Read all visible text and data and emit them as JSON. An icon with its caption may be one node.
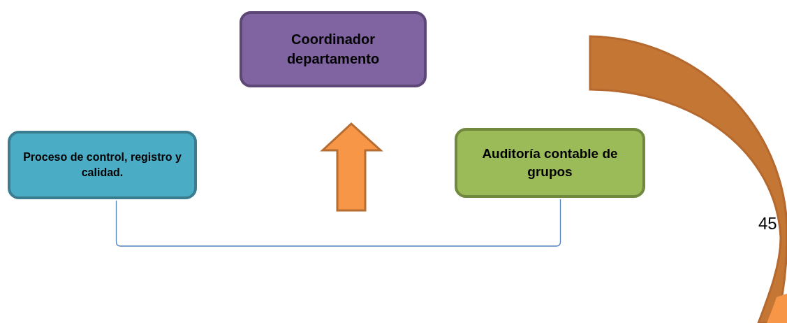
{
  "diagram": {
    "nodes": [
      {
        "text": [
          "Coordinador departamento"
        ]
      },
      {
        "text": [
          "Proceso de control, registro y calidad."
        ]
      },
      {
        "text": [
          "Auditoría contable de grupos"
        ]
      }
    ],
    "edges": [
      {
        "from": 1,
        "to": 2,
        "arrow": "none"
      }
    ],
    "labels": [
      "45"
    ]
  }
}
